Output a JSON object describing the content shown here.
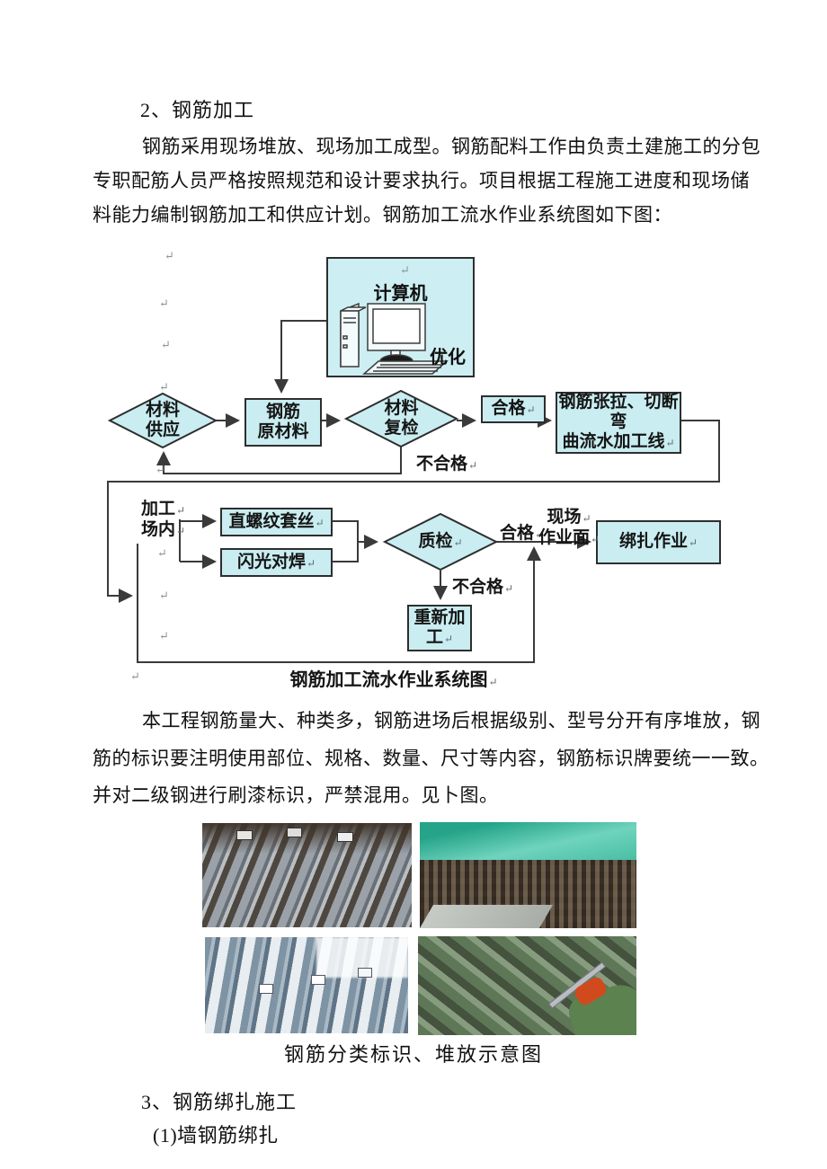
{
  "page": {
    "heading2": "2、钢筋加工",
    "para1": [
      "钢筋采用现场堆放、现场加工成型。钢筋配料工作由负责土建施工的分包",
      "专职配筋人员严格按照规范和设计要求执行。项目根据工程施工进度和现场储",
      "料能力编制钢筋加工和供应计划。钢筋加工流水作业系统图如下图："
    ],
    "para2": [
      "本工程钢筋量大、种类多，钢筋进场后根据级别、型号分开有序堆放，钢",
      "筋的标识要注明使用部位、规格、数量、尺寸等内容，钢筋标识牌要统一一致。",
      "并对二级钢进行刷漆标识，严禁混用。见卜图。"
    ],
    "heading3": "3、钢筋绑扎施工",
    "subheading": "(1)墙钢筋绑扎"
  },
  "captions": {
    "flowchart": "钢筋加工流水作业系统图",
    "photos": "钢筋分类标识、堆放示意图"
  },
  "marks": {
    "pilcrow": "↵"
  },
  "flowchart": {
    "computer": {
      "title": "计算机",
      "optimize": "优化"
    },
    "material_supply": {
      "line1": "材料",
      "line2": "供应"
    },
    "rebar_raw": {
      "line1": "钢筋",
      "line2": "原材料"
    },
    "recheck": {
      "line1": "材料",
      "line2": "复检"
    },
    "qualified1": "合格",
    "processing_line": {
      "line1": "钢筋张拉、切断弯",
      "line2": "曲流水加工线"
    },
    "unqualified1": "不合格",
    "onsite": {
      "line1": "加工",
      "line2": "场内"
    },
    "thread_sleeve": "直螺纹套丝",
    "flash_weld": "闪光对焊",
    "quality_check": "质检",
    "qualified2": "合格",
    "work_face": {
      "line1": "现场",
      "line2": "作业面"
    },
    "binding": "绑扎作业",
    "unqualified2": "不合格",
    "rework": {
      "line1": "重新加",
      "line2": "工"
    }
  },
  "photos": [
    {
      "name": "rebar-bundles-storage"
    },
    {
      "name": "welded-mesh-cages-under-tarp"
    },
    {
      "name": "tagged-rebar-bundles"
    },
    {
      "name": "green-painted-stirrups-marking"
    }
  ],
  "colors": {
    "node_fill": "#c9edf1",
    "line": "#3a3a3a",
    "text": "#111111"
  }
}
